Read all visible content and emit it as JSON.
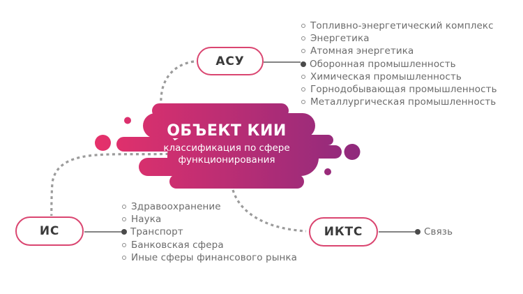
{
  "colors": {
    "gradient_start": "#E5316B",
    "gradient_end": "#8E2A7D",
    "node_border": "#DA4570",
    "node_text": "#3A3A3A",
    "list_text": "#6B6B6B",
    "dashed_line": "#9B9B9B",
    "solid_line": "#5A5A5A",
    "bullet_ring": "#8A8A8A",
    "bullet_filled": "#4A4A4A",
    "center_text": "#FFFFFF"
  },
  "center": {
    "title": "ОБЪЕКТ КИИ",
    "subtitle_line1": "классификация по сфере",
    "subtitle_line2": "функционирования"
  },
  "nodes": {
    "asu": {
      "label": "АСУ"
    },
    "is": {
      "label": "ИС"
    },
    "ikts": {
      "label": "ИКТС"
    }
  },
  "lists": {
    "asu": {
      "items": [
        "Топливно-энергетический комплекс",
        "Энергетика",
        "Атомная энергетика",
        "Оборонная промышленность",
        "Химическая промышленность",
        "Горнодобывающая промышленность",
        "Металлургическая промышленность"
      ],
      "connected_item": "Оборонная промышленность"
    },
    "is": {
      "items": [
        "Здравоохранение",
        "Наука",
        "Транспорт",
        "Банковская сфера",
        "Иные сферы финансового рынка"
      ],
      "connected_item": "Транспорт"
    },
    "ikts": {
      "items": [
        "Связь"
      ],
      "connected_item": "Связь"
    }
  }
}
